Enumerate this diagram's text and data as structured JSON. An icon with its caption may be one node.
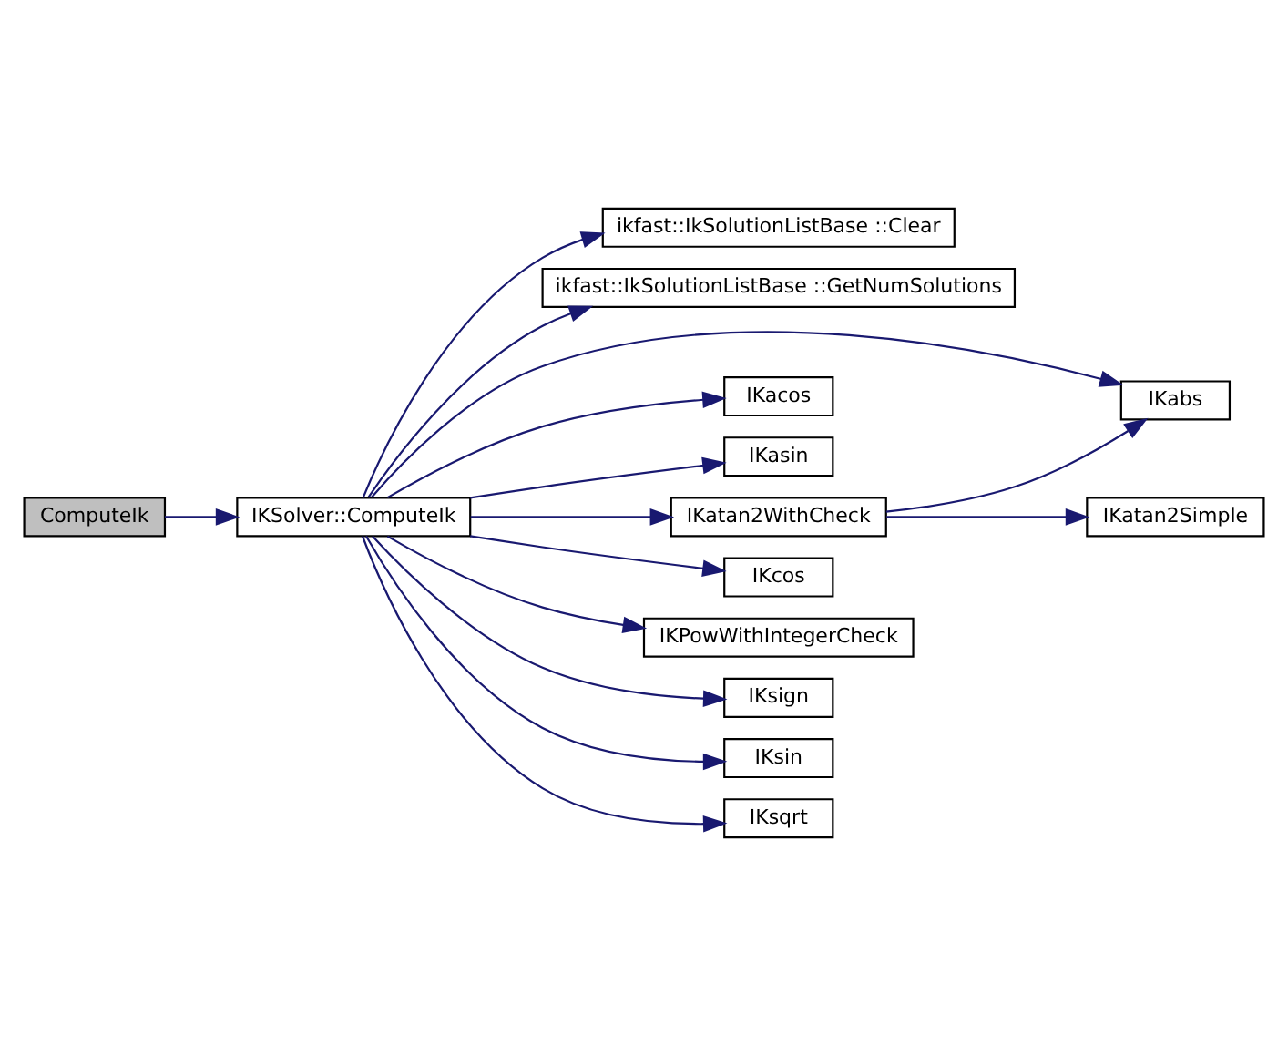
{
  "diagram": {
    "nodes": [
      {
        "text": [
          "ComputeIk"
        ]
      },
      {
        "text": [
          "IKSolver::ComputeIk"
        ]
      },
      {
        "text": [
          "ikfast::IkSolutionListBase ::Clear"
        ]
      },
      {
        "text": [
          "ikfast::IkSolutionListBase ::GetNumSolutions"
        ]
      },
      {
        "text": [
          "IKabs"
        ]
      },
      {
        "text": [
          "IKacos"
        ]
      },
      {
        "text": [
          "IKasin"
        ]
      },
      {
        "text": [
          "IKatan2WithCheck"
        ]
      },
      {
        "text": [
          "IKatan2Simple"
        ]
      },
      {
        "text": [
          "IKcos"
        ]
      },
      {
        "text": [
          "IKPowWithIntegerCheck"
        ]
      },
      {
        "text": [
          "IKsign"
        ]
      },
      {
        "text": [
          "IKsin"
        ]
      },
      {
        "text": [
          "IKsqrt"
        ]
      }
    ],
    "edges": [
      {
        "from": 0,
        "to": 1,
        "arrow": "to"
      },
      {
        "from": 1,
        "to": 2,
        "arrow": "to"
      },
      {
        "from": 1,
        "to": 3,
        "arrow": "to"
      },
      {
        "from": 1,
        "to": 4,
        "arrow": "to"
      },
      {
        "from": 1,
        "to": 5,
        "arrow": "to"
      },
      {
        "from": 1,
        "to": 6,
        "arrow": "to"
      },
      {
        "from": 1,
        "to": 7,
        "arrow": "to"
      },
      {
        "from": 1,
        "to": 9,
        "arrow": "to"
      },
      {
        "from": 1,
        "to": 10,
        "arrow": "to"
      },
      {
        "from": 1,
        "to": 11,
        "arrow": "to"
      },
      {
        "from": 1,
        "to": 12,
        "arrow": "to"
      },
      {
        "from": 1,
        "to": 13,
        "arrow": "to"
      },
      {
        "from": 7,
        "to": 4,
        "arrow": "to"
      },
      {
        "from": 7,
        "to": 8,
        "arrow": "to"
      }
    ]
  }
}
